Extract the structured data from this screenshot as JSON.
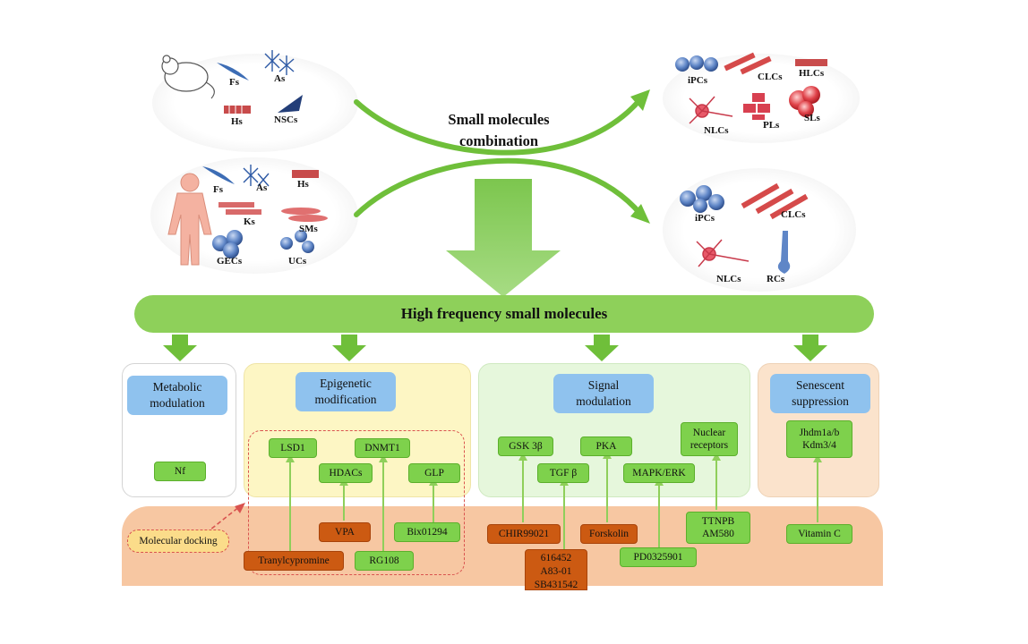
{
  "title_center": {
    "line1": "Small molecules",
    "line2": "combination"
  },
  "source_cells": {
    "mouse": [
      "Fs",
      "As",
      "Hs",
      "NSCs"
    ],
    "human": [
      "Fs",
      "As",
      "Hs",
      "Ks",
      "SMs",
      "GECs",
      "UCs"
    ]
  },
  "target_cells": {
    "mouse": [
      "iPCs",
      "CLCs",
      "HLCs",
      "NLCs",
      "PLs",
      "SLs"
    ],
    "human": [
      "iPCs",
      "CLCs",
      "NLCs",
      "RCs"
    ]
  },
  "banner": "High frequency small molecules",
  "categories": {
    "metabolic": {
      "line1": "Metabolic",
      "line2": "modulation"
    },
    "epigenetic": {
      "line1": "Epigenetic",
      "line2": "modification"
    },
    "signal": {
      "line1": "Signal",
      "line2": "modulation"
    },
    "senescent": {
      "line1": "Senescent",
      "line2": "suppression"
    }
  },
  "targets": {
    "nf": "Nf",
    "lsd1": "LSD1",
    "dnmt1": "DNMT1",
    "hdacs": "HDACs",
    "glp": "GLP",
    "gsk3b": "GSK 3β",
    "pka": "PKA",
    "nuclear1": "Nuclear",
    "nuclear2": "receptors",
    "tgfb": "TGF β",
    "mapk": "MAPK/ERK",
    "jhdm1": "Jhdm1a/b",
    "jhdm2": "Kdm3/4"
  },
  "molecules": {
    "vpa": "VPA",
    "bix": "Bix01294",
    "tranyl": "Tranylcypromine",
    "rg108": "RG108",
    "chir": "CHIR99021",
    "forskolin": "Forskolin",
    "tgf1": "616452",
    "tgf2": "A83-01",
    "tgf3": "SB431542",
    "pd": "PD0325901",
    "ttnpb": "TTNPB",
    "am580": "AM580",
    "vitc": "Vitamin C"
  },
  "docking": "Molecular docking",
  "colors": {
    "green_arrow": "#6fbf3a",
    "banner": "#8ed05a",
    "mol_green": "#7ed14c",
    "mol_orange": "#cc5a12",
    "header_blue": "#8fc2ee",
    "band": "#f7c7a2"
  }
}
